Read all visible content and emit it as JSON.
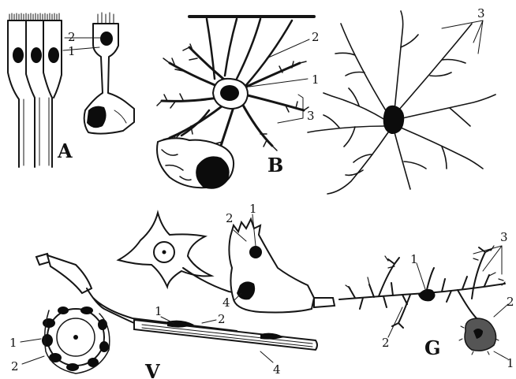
{
  "panels": {
    "A": {
      "letter": "A",
      "labels": [
        "1",
        "2"
      ]
    },
    "B": {
      "letter": "B",
      "labels": [
        "1",
        "2",
        "3"
      ]
    },
    "top_right": {
      "labels": [
        "3"
      ]
    },
    "V": {
      "letter": "V",
      "labels": [
        "1",
        "2",
        "1",
        "2",
        "4",
        "1",
        "2",
        "4"
      ]
    },
    "G": {
      "letter": "G",
      "labels": [
        "1",
        "2",
        "3",
        "1",
        "2"
      ]
    }
  },
  "colors": {
    "ink": "#151515",
    "background": "#ffffff",
    "nucleus": "#0c0c0c"
  }
}
